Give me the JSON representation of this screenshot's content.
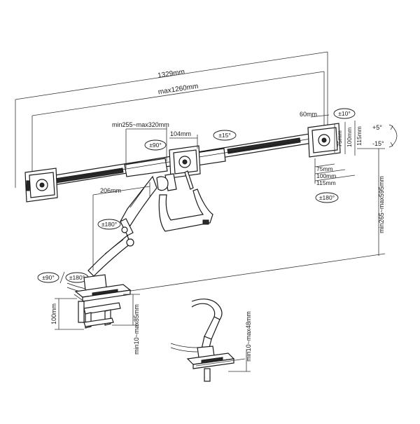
{
  "dimensions": {
    "total_width": "1329mm",
    "max_width": "max1260mm",
    "arm_range": "min255~max320mm",
    "spacing_104": "104mm",
    "spacing_60": "60mm",
    "height_range": "min265~max595mm",
    "reach_206": "206mm",
    "clamp_height": "100mm",
    "desk_thickness_clamp": "min10~max85mm",
    "desk_thickness_grommet": "min10~max48mm",
    "vesa": [
      "75mm",
      "100mm",
      "115mm"
    ]
  },
  "rotations": {
    "plus_minus_90": "±90°",
    "plus_minus_15": "±15°",
    "plus_minus_10": "±10°",
    "plus_minus_180": "±180°",
    "tilt_up": "+5°",
    "tilt_down": "-15°"
  }
}
